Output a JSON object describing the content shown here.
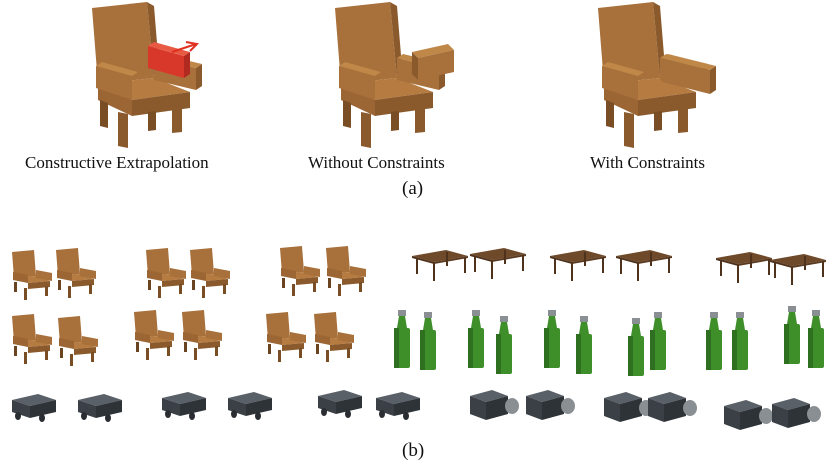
{
  "panel_a": {
    "label": "(a)",
    "captions": [
      "Constructive Extrapolation",
      "Without Constraints",
      "With Constraints"
    ]
  },
  "panel_b": {
    "label": "(b)",
    "rows": [
      "chairs / tables",
      "chairs / bottles",
      "vehicles / cameras"
    ]
  },
  "colors": {
    "wood_front": "#a8703a",
    "wood_side": "#8a5a2c",
    "wood_top": "#c08848",
    "highlight_red": "#d8382a",
    "bottle_green": "#3e8e2a",
    "cap_gray": "#8a8f94",
    "dark_gray": "#3a4046",
    "arrow_red": "#e03020"
  }
}
